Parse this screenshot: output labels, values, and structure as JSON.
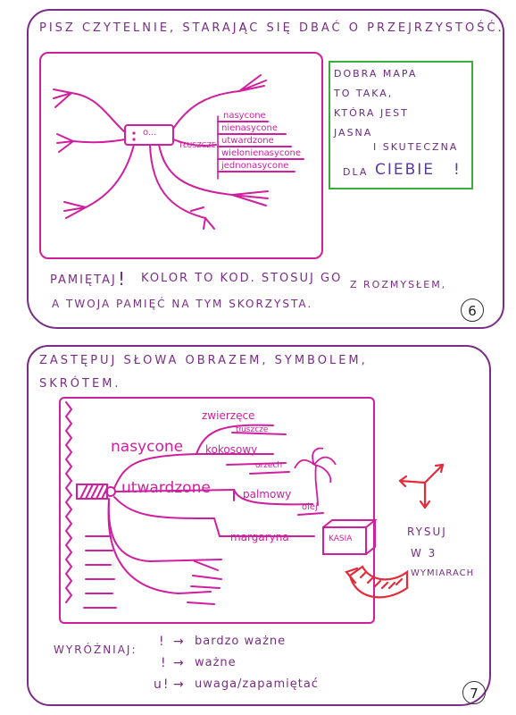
{
  "section6": {
    "heading": "PISZ CZYTELNIE, STARAJĄC SIĘ DBAĆ O PRZEJRZYSTOŚĆ.",
    "map": {
      "center_label": "o...",
      "branch_label": "TŁUSZCZE",
      "items": [
        "nasycone",
        "nienasycone",
        "utwardzone",
        "wielonienasycone",
        "jednonasycone"
      ]
    },
    "note": {
      "lines": [
        "DOBRA MAPA",
        "TO TAKA,",
        "KTÓRA JEST",
        "JASNA",
        "I SKUTECZNA",
        "DLA"
      ],
      "emphasis": "CIEBIE",
      "mark": "!"
    },
    "reminder_line1_a": "PAMIĘTAJ",
    "reminder_mark": "!",
    "reminder_line1_b": "KOLOR TO KOD. STOSUJ GO",
    "reminder_line1_c": "Z ROZMYSŁEM,",
    "reminder_line2": "A TWOJA PAMIĘĆ NA TYM SKORZYSTA.",
    "page_number": "6"
  },
  "section7": {
    "heading_line1": "ZASTĘPUJ SŁOWA OBRAZEM, SYMBOLEM,",
    "heading_line2": "SKRÓTEM.",
    "map": {
      "nasycone": "nasycone",
      "utwardzone": "utwardzone",
      "zwierzece": "zwierzęce",
      "tluszcze": "tłuszcze",
      "kokosowy": "kokosowy",
      "orzech": "orzech",
      "palmowy": "palmowy",
      "olej": "olej",
      "margaryna": "margaryna",
      "kasia": "KASIA"
    },
    "draw3d": [
      "RYSUJ",
      "W 3",
      "WYMIARACH"
    ],
    "legend_title": "WYRÓŻNIAJ:",
    "legend": [
      {
        "symbol": "!",
        "meaning": "bardzo ważne"
      },
      {
        "symbol": "!",
        "meaning": "ważne"
      },
      {
        "symbol": "u!",
        "meaning": "uwaga/zapamiętać"
      }
    ],
    "arrow_glyph": "→",
    "page_number": "7"
  },
  "colors": {
    "purple": "#7a2d86",
    "pink": "#cf1f9e",
    "green": "#3eae3a",
    "red": "#e52a3a"
  }
}
